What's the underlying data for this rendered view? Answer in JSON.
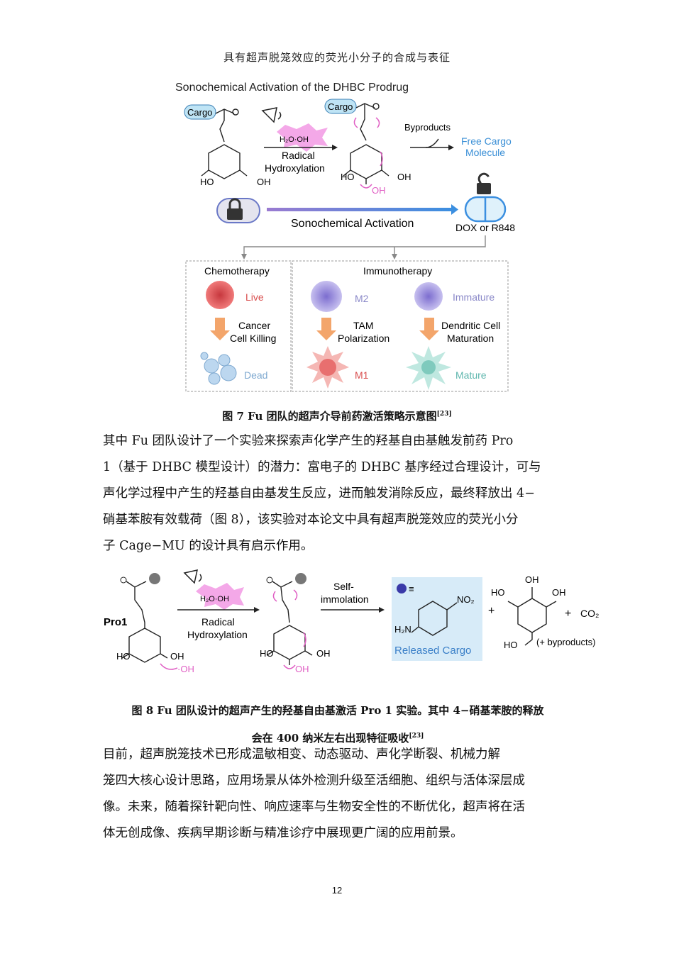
{
  "header": "具有超声脱笼效应的荧光小分子的合成与表征",
  "figure7": {
    "title": "Sonochemical Activation of the DHBC Prodrug",
    "cargo": "Cargo",
    "h2o_oh": "H₂O·OH",
    "radical": "Radical",
    "hydroxylation": "Hydroxylation",
    "ho": "HO",
    "oh": "OH",
    "byproducts": "Byproducts",
    "free_cargo_1": "Free Cargo",
    "free_cargo_2": "Molecule",
    "sono_activation": "Sonochemical Activation",
    "dox": "DOX or R848",
    "chemo": "Chemotherapy",
    "immuno": "Immunotherapy",
    "live": "Live",
    "cancer_1": "Cancer",
    "cancer_2": "Cell Killing",
    "dead": "Dead",
    "m2": "M2",
    "tam_1": "TAM",
    "tam_2": "Polarization",
    "m1": "M1",
    "immature": "Immature",
    "dc_1": "Dendritic Cell",
    "dc_2": "Maturation",
    "mature": "Mature"
  },
  "caption7": {
    "text": "图 7 Fu 团队的超声介导前药激活策略示意图",
    "ref": "[23]"
  },
  "paragraph1": {
    "line1": "其中 Fu 团队设计了一个实验来探索声化学产生的羟基自由基触发前药 Pro",
    "line2": "1（基于 DHBC 模型设计）的潜力：富电子的 DHBC 基序经过合理设计，可与",
    "line3": "声化学过程中产生的羟基自由基发生反应，进而触发消除反应，最终释放出 4−",
    "line4": "硝基苯胺有效载荷（图 8），该实验对本论文中具有超声脱笼效应的荧光小分",
    "line5": "子 Cage−MU 的设计具有启示作用。"
  },
  "figure8": {
    "pro1": "Pro1",
    "h2o_oh": "H₂O·OH",
    "radical": "Radical",
    "hydroxylation": "Hydroxylation",
    "self": "Self-",
    "immolation": "immolation",
    "ho": "HO",
    "oh": "OH",
    "dot_oh": "·OH",
    "no2": "NO₂",
    "h2n": "H₂N",
    "released": "Released Cargo",
    "plus": "+",
    "co2": "CO₂",
    "byproducts": "(+ byproducts)"
  },
  "caption8": {
    "line1": "图 8 Fu 团队设计的超声产生的羟基自由基激活 Pro 1 实验。其中 4−硝基苯胺的释放",
    "line2": "会在 400 纳米左右出现特征吸收",
    "ref": "[23]"
  },
  "paragraph2": {
    "line1": "目前，超声脱笼技术已形成温敏相变、动态驱动、声化学断裂、机械力解",
    "line2": "笼四大核心设计思路，应用场景从体外检测升级至活细胞、组织与活体深层成",
    "line3": "像。未来，随着探针靶向性、响应速率与生物安全性的不断优化，超声将在活",
    "line4": "体无创成像、疾病早期诊断与精准诊疗中展现更广阔的应用前景。"
  },
  "page_number": "12"
}
